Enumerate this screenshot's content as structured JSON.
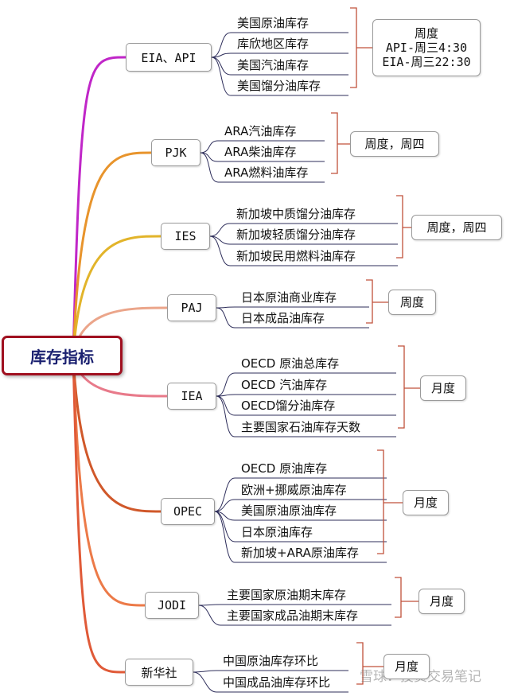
{
  "root_label": "库存指标",
  "branches": [
    {
      "label": "EIA、API",
      "color": "#c026c8",
      "items": [
        "美国原油库存",
        "库欣地区库存",
        "美国汽油库存",
        "美国馏分油库存"
      ],
      "frequency": [
        "周度",
        "API-周三4:30",
        "EIA-周三22:30"
      ]
    },
    {
      "label": "PJK",
      "color": "#e8942c",
      "items": [
        "ARA汽油库存",
        "ARA柴油库存",
        "ARA燃料油库存"
      ],
      "frequency": [
        "周度，周四"
      ]
    },
    {
      "label": "IES",
      "color": "#e2b42a",
      "items": [
        "新加坡中质馏分油库存",
        "新加坡轻质馏分油库存",
        "新加坡民用燃料油库存"
      ],
      "frequency": [
        "周度，周四"
      ]
    },
    {
      "label": "PAJ",
      "color": "#eba58a",
      "items": [
        "日本原油商业库存",
        "日本成品油库存"
      ],
      "frequency": [
        "周度"
      ]
    },
    {
      "label": "IEA",
      "color": "#e87a8a",
      "items": [
        "OECD 原油总库存",
        "OECD 汽油库存",
        "OECD馏分油库存",
        "主要国家石油库存天数"
      ],
      "frequency": [
        "月度"
      ]
    },
    {
      "label": "OPEC",
      "color": "#d0582a",
      "items": [
        "OECD 原油库存",
        "欧洲+挪威原油库存",
        "美国原油原油库存",
        "日本原油库存",
        "新加坡+ARA原油库存"
      ],
      "frequency": [
        "月度"
      ]
    },
    {
      "label": "JODI",
      "color": "#ec7a48",
      "items": [
        "主要国家原油期末库存",
        "主要国家成品油期末库存"
      ],
      "frequency": [
        "月度"
      ]
    },
    {
      "label": "新华社",
      "color": "#e05a38",
      "items": [
        "中国原油库存环比",
        "中国成品油库存环比"
      ],
      "frequency": [
        "月度"
      ]
    }
  ],
  "watermark": "雪球：投资交易笔记"
}
